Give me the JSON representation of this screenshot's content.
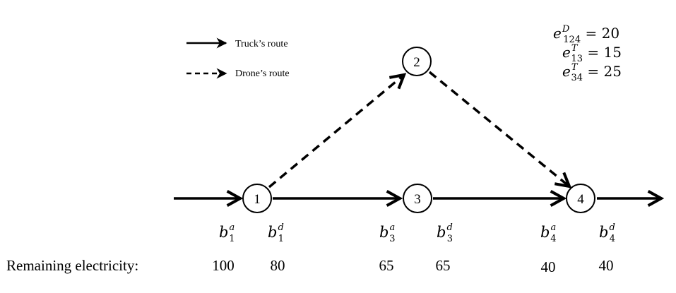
{
  "legend": {
    "truck_label": "Truck’s route",
    "drone_label": "Drone’s route"
  },
  "nodes": [
    {
      "id": "1",
      "label": "1"
    },
    {
      "id": "2",
      "label": "2"
    },
    {
      "id": "3",
      "label": "3"
    },
    {
      "id": "4",
      "label": "4"
    }
  ],
  "energy": [
    {
      "sym": "e",
      "sup": "D",
      "sub": "124",
      "value": "20"
    },
    {
      "sym": "e",
      "sup": "T",
      "sub": "13",
      "value": "15"
    },
    {
      "sym": "e",
      "sup": "T",
      "sub": "34",
      "value": "25"
    }
  ],
  "battery_labels": [
    {
      "sym": "b",
      "sub": "1",
      "sup": "a"
    },
    {
      "sym": "b",
      "sub": "1",
      "sup": "d"
    },
    {
      "sym": "b",
      "sub": "3",
      "sup": "a"
    },
    {
      "sym": "b",
      "sub": "3",
      "sup": "d"
    },
    {
      "sym": "b",
      "sub": "4",
      "sup": "a"
    },
    {
      "sym": "b",
      "sub": "4",
      "sup": "d"
    }
  ],
  "remaining": {
    "label": "Remaining electricity:",
    "values": [
      "100",
      "80",
      "65",
      "65",
      "40",
      "40"
    ]
  },
  "colors": {
    "stroke": "#000000",
    "background": "#ffffff"
  }
}
